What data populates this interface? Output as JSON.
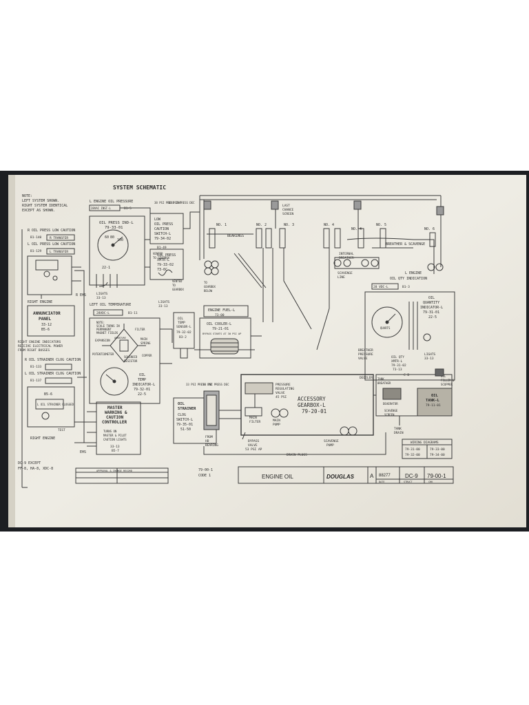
{
  "header": {
    "title": "SYSTEM SCHEMATIC"
  },
  "note": [
    "NOTE:",
    "LEFT SYSTEM SHOWN.",
    "RIGHT SYSTEM IDENTICAL",
    "EXCEPT AS SHOWN."
  ],
  "left_panel": {
    "r_oil_press": "R OIL PRESS LOW CAUTION",
    "l_oil_press": "L OIL PRESS LOW CAUTION",
    "ref_a": "B1-140",
    "ref_b": "B1-129",
    "transfer_r": "R TRANSFER",
    "transfer_l": "L TRANSFER",
    "right_engine": "RIGHT ENGINE",
    "annunciator": [
      "ANNUNCIATOR",
      "PANEL",
      "33-12",
      "B5-6"
    ],
    "right_engine_note": [
      "RIGHT ENGINE INDICATORS",
      "RECEIVE ELECTRICAL POWER",
      "FROM RIGHT BUSSES"
    ],
    "r_strainer": "R OIL STRAINER CLOG CAUTION",
    "l_strainer": "L OIL STRAINER CLOG CAUTION",
    "ref_c": "B1-133",
    "ref_d": "B1-137",
    "b5_6": "B5-6",
    "strainer_lamp": "L OIL STRAINER CLOGGED",
    "test": "TEST",
    "right_engine_2": "RIGHT ENGINE",
    "eff": [
      "DC-9 EXCEPT",
      "FF-8, HA-8, XDC-8"
    ],
    "ehs": "R EHS",
    "ehs2": "EHS"
  },
  "components": {
    "l_engine_oil_pressure": "L ENGINE OIL PRESSURE",
    "vdc_28": "28VAC INST-L",
    "b1_5": "B1-5",
    "psi_38": "38 PSI PRESS INC",
    "psi_33": "33 PSI PRESS DEC",
    "oil_press_ind": [
      "OIL PRESS IND-L",
      "79-33-01"
    ],
    "press_gauge_top": "60",
    "press_gauge_mid": "80",
    "press_gauge_hi": "100",
    "gauge_ref_22_1": "22-1",
    "low_oil_press": [
      "LOW",
      "OIL PRESS",
      "CAUTION",
      "SWITCH-L",
      "79-34-02"
    ],
    "ref_81_49": "B1-49",
    "vented_to_gearbox": [
      "VENTED",
      "TO GEARBOX"
    ],
    "oil_press_xmtr": [
      "OIL PRESS",
      "XMTR-L",
      "79-33-02",
      "73-6C"
    ],
    "lights": [
      "LIGHTS",
      "33-13"
    ],
    "vented_to_gearbox_2": [
      "VENTED",
      "TO",
      "GEARBOX"
    ],
    "left_oil_temp": "LEFT OIL TEMPERATURE",
    "vdc_28b": "28VDC-L",
    "b1_11": "B1-11",
    "lights_33_13": [
      "LIGHTS",
      "33-13"
    ],
    "temp_note": [
      "NOTE:",
      "SCALE TURNS IN",
      "PERMANENT",
      "MAGNET FIELDS"
    ],
    "bridge_labels": [
      "FILTER",
      "EXPANSION",
      "MAIN",
      "SPRING",
      "ARMATURE",
      "POTENTIOMETER",
      "SOLENOID",
      "RESISTOR",
      "COPPER"
    ],
    "oil_temp_ind": [
      "OIL",
      "TEMP",
      "INDICATOR-L",
      "79-32-01",
      "22-5"
    ],
    "temp_bulb": [
      "OIL",
      "TEMP",
      "SENSOR-L",
      "79-32-02",
      "B3-2"
    ],
    "master_warning": [
      "MASTER",
      "WARNING &",
      "CAUTION",
      "CONTROLLER"
    ],
    "mw_note": [
      "TURNS ON",
      "MASTER & PILOT",
      "CAUTION LIGHTS"
    ],
    "mw_ref": [
      "33-13",
      "B5-7"
    ],
    "engine_fuel": "ENGINE FUEL-L",
    "ref_73_00": "73-00",
    "oil_cooler": [
      "OIL COOLER-L",
      "79-21-01"
    ],
    "oil_cooler_bypass": "BYPASS STARTS AT 30 PSI AP",
    "oil_strainer": [
      "OIL",
      "STRAINER",
      "CLOG",
      "SWITCH-L",
      "79-35-01",
      "51-50"
    ],
    "psi_33b": "33 PSI PRESS INC",
    "psi_30": "30 PSI PRESS DEC",
    "accessory_gearbox": [
      "ACCESSORY",
      "GEARBOX-L",
      "79-20-01"
    ],
    "pressure_regulating_valve": [
      "PRESSURE",
      "REGULATING",
      "VALVE",
      "45 PSI"
    ],
    "main_filter": [
      "MAIN",
      "FILTER"
    ],
    "main_pump": [
      "MAIN",
      "PUMP"
    ],
    "bypass_valve": [
      "BYPASS",
      "VALVE",
      "53 PSI AP"
    ],
    "from_hp_bearing": [
      "FROM",
      "HD",
      "BEARING"
    ],
    "scavenge_pump": [
      "SCAVENGE",
      "PUMP"
    ],
    "drain_plugs": "DRAIN PLUGS",
    "bearings": "BEARINGS",
    "no_1": "NO. 1",
    "no_2": "NO. 2",
    "no_3": "NO. 3",
    "no_4": "NO. 4",
    "no_4b": "NO. 4",
    "no_5": "NO. 5",
    "no_6": "NO. 6",
    "last_chance_screen": [
      "LAST",
      "CHANCE",
      "SCREEN"
    ],
    "breather_scavenge": "BREATHER & SCAVENGE",
    "internal_breather": [
      "INTERNAL",
      "BREATHER"
    ],
    "to_gearbox_below": [
      "TO",
      "GEARBOX",
      "BELOW"
    ],
    "scavenge_line": [
      "SCAVENGE",
      "LINE"
    ],
    "l_engine_oil_qty": [
      "L ENGINE",
      "OIL QTY INDICATION"
    ],
    "vdc_28c": "28 VDC-L",
    "ref_b1_3": "B1-3",
    "oil_quantity_indicator": [
      "OIL",
      "QUANTITY",
      "INDICATOR-L",
      "79-31-01",
      "22-5"
    ],
    "qty_gauge_text": "QUARTS",
    "breather_pressure_valve": [
      "BREATHER",
      "PRESSURE",
      "VALVE"
    ],
    "oil_qty_xmtr": [
      "OIL QTY",
      "XMTR-L",
      "79-31-02",
      "73-13"
    ],
    "lights_33_13b": [
      "LIGHTS",
      "33-13"
    ],
    "deoiler": "DEOILER",
    "tank_breather": [
      "TANK",
      "BREATHER"
    ],
    "deaerator": "DEAERATOR",
    "scavenge_screen": [
      "SCAVENGE",
      "SCREEN"
    ],
    "oil_tank": [
      "OIL",
      "TANK-L",
      "79-11-01"
    ],
    "oil_filler": [
      "OIL",
      "FILLER &",
      "SCUPPER"
    ],
    "tank_drain": [
      "TANK",
      "DRAIN"
    ],
    "c_b_label": "C B"
  },
  "wiring": {
    "title": "WIRING DIAGRAMS",
    "rows": [
      [
        "79-31-00",
        "79-33-00"
      ],
      [
        "79-32-00",
        "79-34-00"
      ]
    ]
  },
  "title_block": {
    "ref_top": "79-00-1",
    "code": "CODE 1",
    "name": "ENGINE OIL",
    "company": "DOUGLAS",
    "rev": "A",
    "number": "88277",
    "model": "DC-9",
    "doc": "79-00-1",
    "approval_header": "APPROVAL & CHANGE RECORD",
    "footer_a": "DATE",
    "footer_b": "STRUCT",
    "footer_c": "CHK"
  }
}
